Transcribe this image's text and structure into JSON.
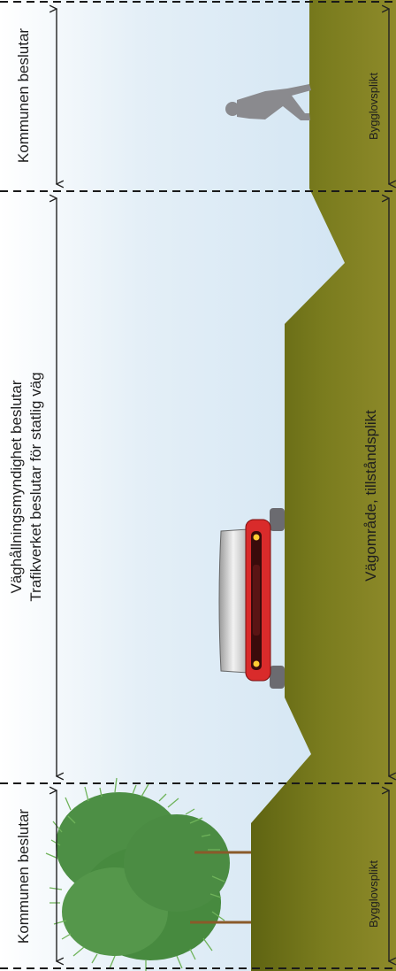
{
  "top_zone": {
    "label": "Kommunen beslutar",
    "ground_label": "Bygglovsplikt"
  },
  "road_zone": {
    "label_line1": "Väghållningsmyndighet beslutar",
    "label_line2": "Trafikverket beslutar för statlig väg",
    "ground_label": "Vägområde, tillståndsplikt"
  },
  "bottom_zone": {
    "label": "Kommunen beslutar",
    "ground_label": "Bygglovsplikt"
  },
  "colors": {
    "sky_light": "#ffffff",
    "sky_blue": "#d2e6f4",
    "ground": "#7a7c1e",
    "car_body": "#d92b2b",
    "tree": "#4d8f45",
    "person": "#8a8a8e"
  }
}
